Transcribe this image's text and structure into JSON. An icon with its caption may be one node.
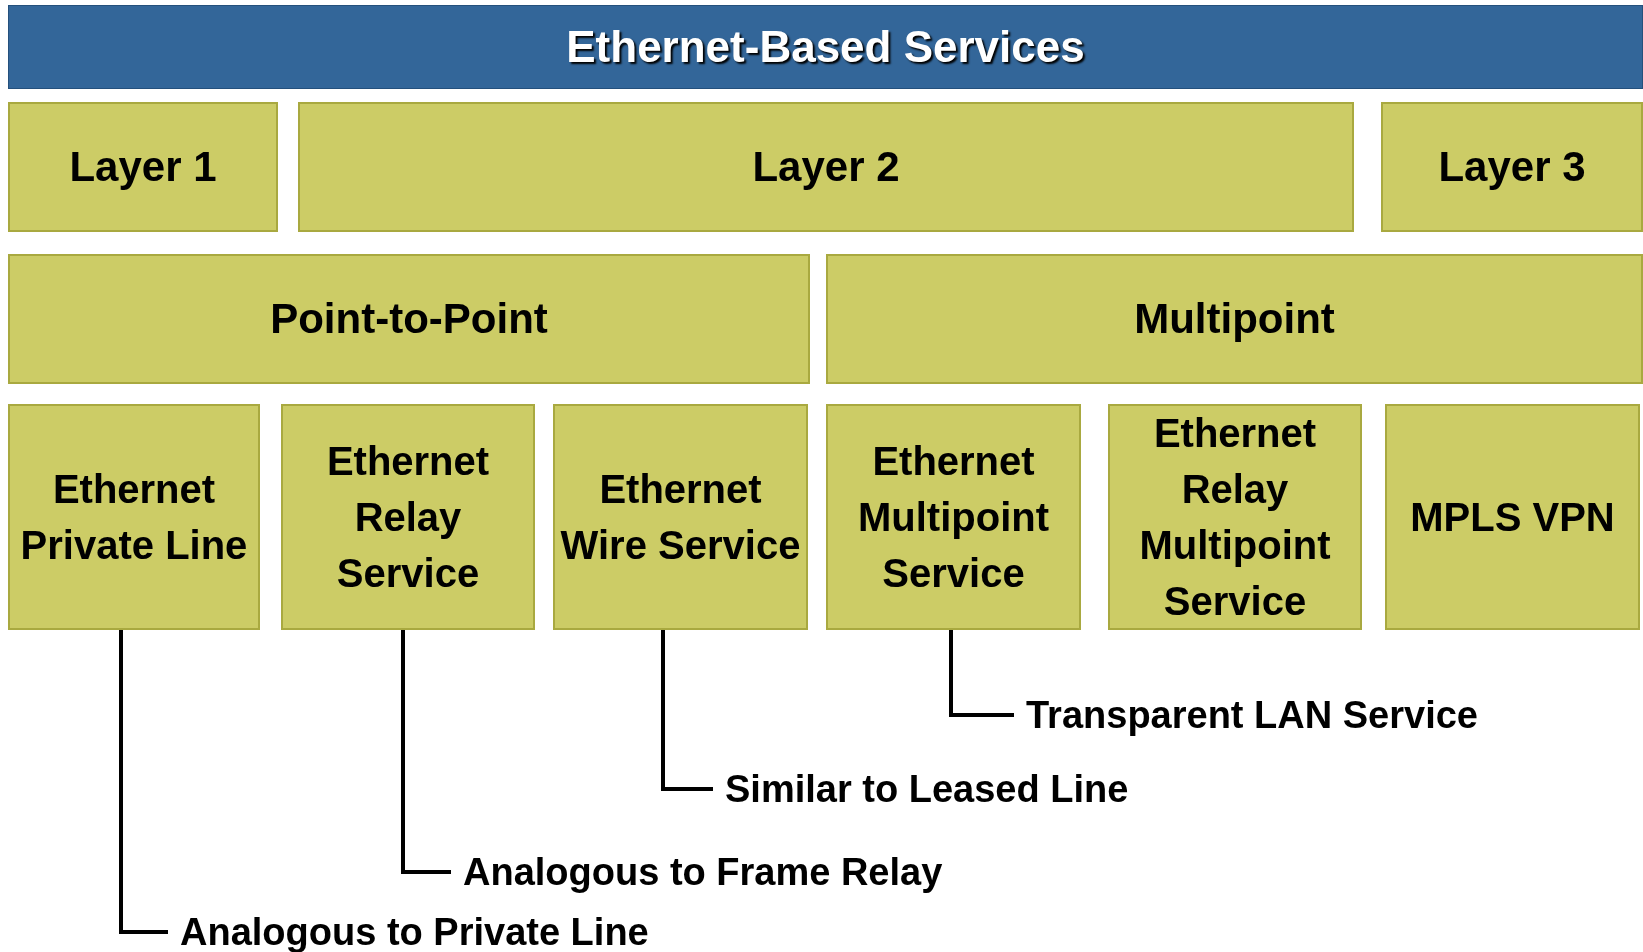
{
  "diagram": {
    "nodes": [
      {
        "text": [
          "Ethernet-Based Services"
        ]
      },
      {
        "text": [
          "Layer 1"
        ]
      },
      {
        "text": [
          "Layer 2"
        ]
      },
      {
        "text": [
          "Layer 3"
        ]
      },
      {
        "text": [
          "Point-to-Point"
        ]
      },
      {
        "text": [
          "Multipoint"
        ]
      },
      {
        "text": [
          "Ethernet Private Line"
        ]
      },
      {
        "text": [
          "Ethernet Relay Service"
        ]
      },
      {
        "text": [
          "Ethernet Wire Service"
        ]
      },
      {
        "text": [
          "Ethernet Multipoint Service"
        ]
      },
      {
        "text": [
          "Ethernet Relay Multipoint Service"
        ]
      },
      {
        "text": [
          "MPLS VPN"
        ]
      },
      {
        "text": [
          "Transparent LAN Service"
        ]
      },
      {
        "text": [
          "Similar to Leased Line"
        ]
      },
      {
        "text": [
          "Analogous to Frame Relay"
        ]
      },
      {
        "text": [
          "Analogous to Private Line"
        ]
      }
    ],
    "edges": [
      {
        "from": 9,
        "to": 12,
        "arrow": "none"
      },
      {
        "from": 8,
        "to": 13,
        "arrow": "none"
      },
      {
        "from": 7,
        "to": 14,
        "arrow": "none"
      },
      {
        "from": 6,
        "to": 15,
        "arrow": "none"
      }
    ]
  }
}
